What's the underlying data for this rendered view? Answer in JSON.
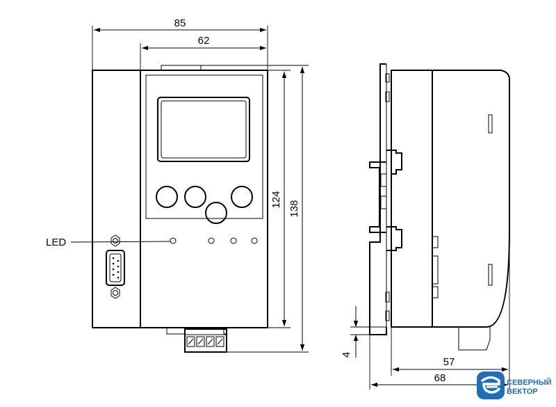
{
  "front_view": {
    "dim_width_total": "85",
    "dim_width_inner": "62",
    "dim_height_inner": "124",
    "dim_height_total": "138",
    "led_label": "LED"
  },
  "side_view": {
    "dim_depth_body": "57",
    "dim_depth_total": "68",
    "dim_gap": "4"
  },
  "brand": {
    "line1": "СЕВЕРНЫЙ",
    "line2": "ВЕКТОР",
    "color": "#1e6fb8"
  }
}
